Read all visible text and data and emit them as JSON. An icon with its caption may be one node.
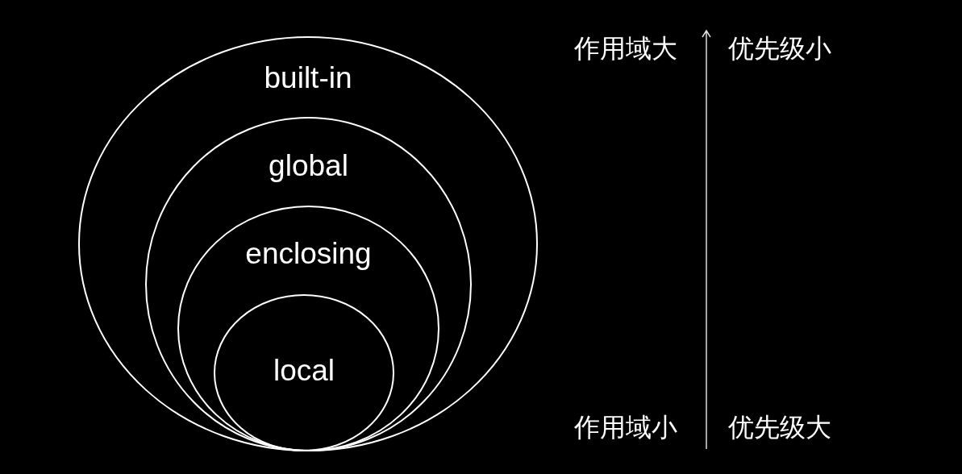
{
  "diagram": {
    "nodes": [
      {
        "text": [
          "built-in"
        ]
      },
      {
        "text": [
          "global"
        ],
        "in": 0
      },
      {
        "text": [
          "enclosing"
        ],
        "in": 1
      },
      {
        "text": [
          "local"
        ],
        "in": 2
      }
    ],
    "labels": [
      "作用域大",
      "优先级小",
      "作用域小",
      "优先级大"
    ]
  }
}
